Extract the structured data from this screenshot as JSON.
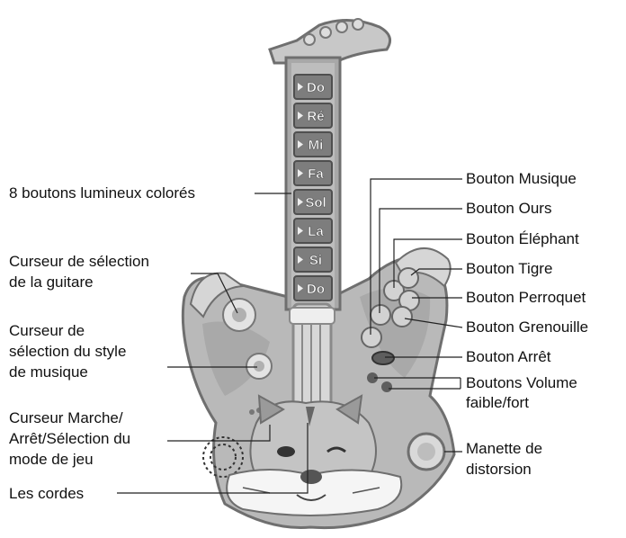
{
  "colors": {
    "body": "#b9b9b9",
    "outline": "#6f6f6f",
    "dark": "#8a8a8a",
    "light": "#e6e6e6",
    "line": "#222222"
  },
  "keys": [
    "Do",
    "Ré",
    "Mi",
    "Fa",
    "Sol",
    "La",
    "Si",
    "Do"
  ],
  "labels": {
    "left_buttons": "8 boutons lumineux colorés",
    "guitar_select_1": "Curseur de sélection",
    "guitar_select_2": "de la guitare",
    "style_select_1": "Curseur de",
    "style_select_2": "sélection du style",
    "style_select_3": "de musique",
    "power_1": "Curseur Marche/",
    "power_2": "Arrêt/Sélection du",
    "power_3": "mode de jeu",
    "strings": "Les cordes",
    "music": "Bouton Musique",
    "bear": "Bouton Ours",
    "elephant": "Bouton Éléphant",
    "tiger": "Bouton Tigre",
    "parrot": "Bouton Perroquet",
    "frog": "Bouton Grenouille",
    "stop": "Bouton Arrêt",
    "volume_1": "Boutons Volume",
    "volume_2": "faible/fort",
    "distortion_1": "Manette de",
    "distortion_2": "distorsion"
  }
}
